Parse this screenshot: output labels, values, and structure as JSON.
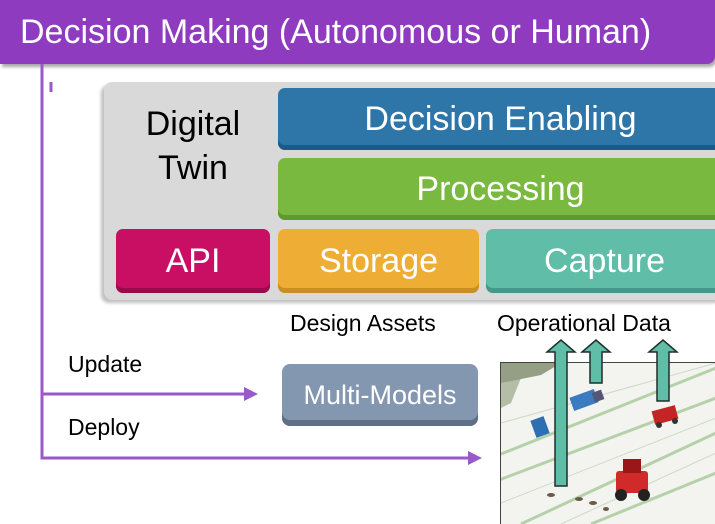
{
  "header": {
    "title": "Decision Making (Autonomous or Human)"
  },
  "twin": {
    "label_line1": "Digital",
    "label_line2": "Twin",
    "decision_enabling": "Decision Enabling",
    "processing": "Processing",
    "api": "API",
    "storage": "Storage",
    "capture": "Capture"
  },
  "captions": {
    "design_assets": "Design Assets",
    "operational_data": "Operational Data",
    "update": "Update",
    "deploy": "Deploy"
  },
  "multi_models": {
    "label": "Multi-Models"
  },
  "colors": {
    "decision": "#8e3bbf",
    "enabling": "#2e75a8",
    "processing": "#7ab940",
    "api": "#c90f63",
    "storage": "#eeae36",
    "capture": "#5fbda8",
    "multi_models": "#8497b0",
    "arrow_green": "#5fbda8"
  },
  "image": {
    "subject": "farm-field-machinery-illustration"
  }
}
